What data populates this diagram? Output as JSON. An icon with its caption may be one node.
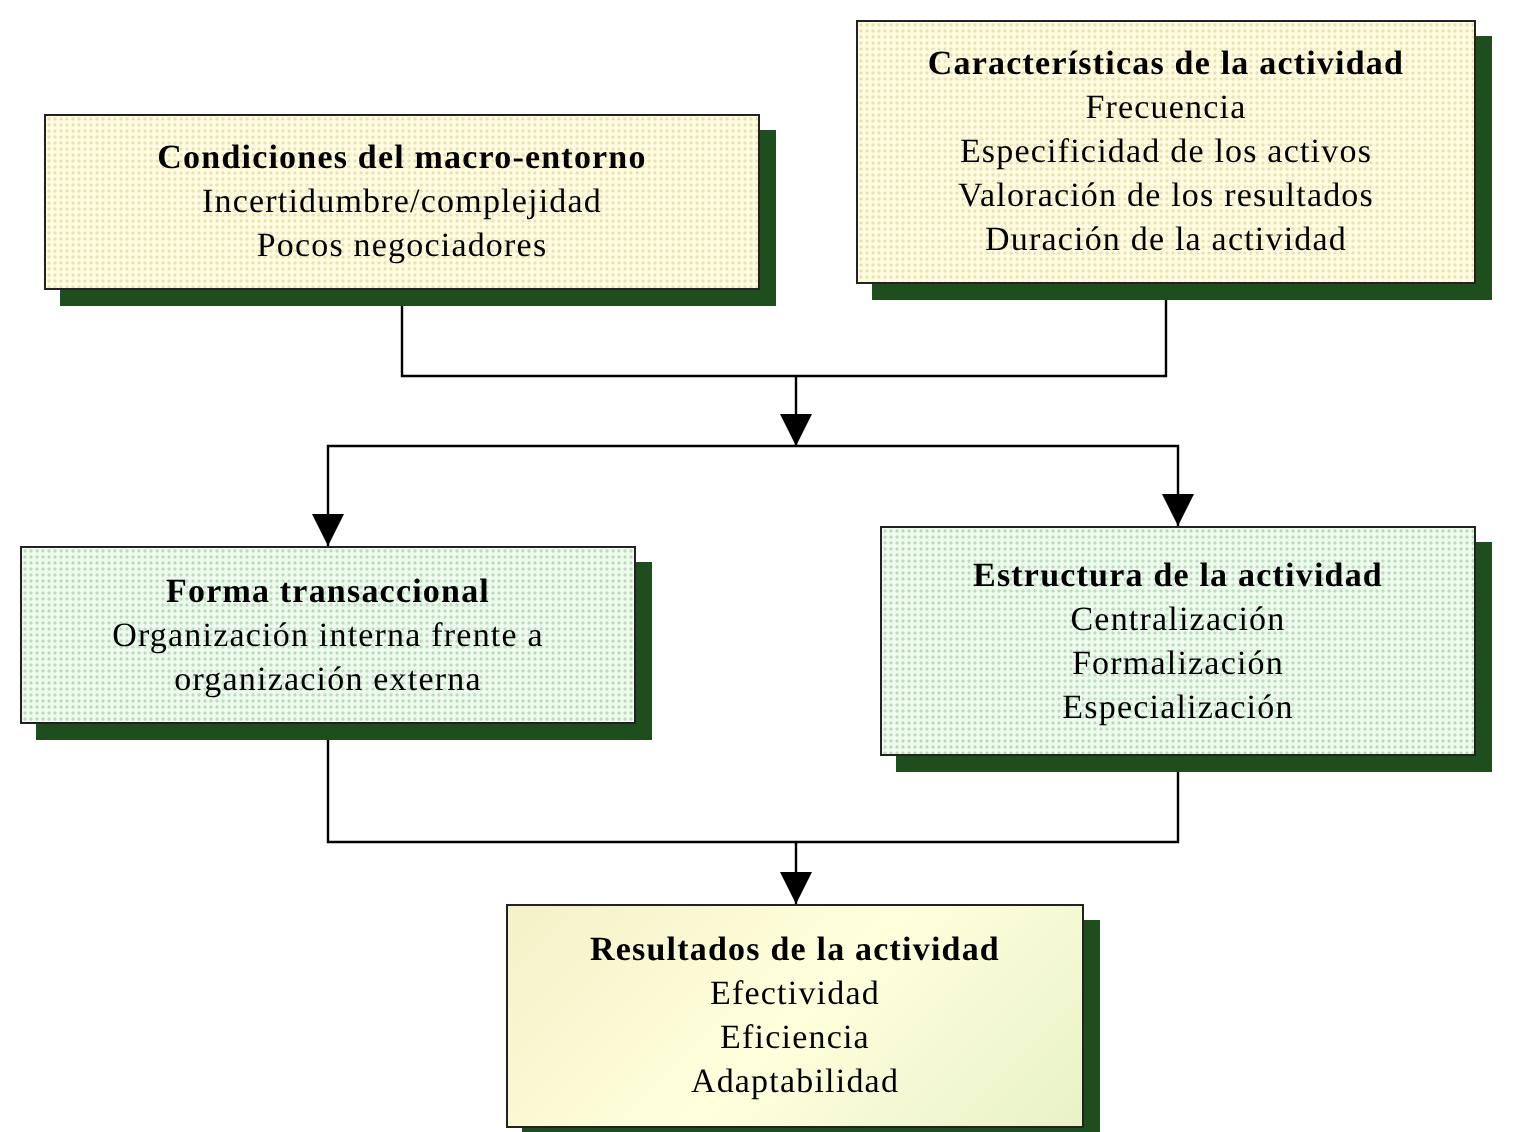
{
  "diagram": {
    "nodes": [
      {
        "text": [
          "Condiciones del macro-entorno",
          "Incertidumbre/complejidad",
          "Pocos negociadores"
        ]
      },
      {
        "text": [
          "Características de la actividad",
          "Frecuencia",
          "Especificidad de los activos",
          "Valoración de los resultados",
          "Duración de la actividad"
        ]
      },
      {
        "text": [
          "Forma transaccional",
          "Organización interna frente a organización externa"
        ]
      },
      {
        "text": [
          "Estructura de la actividad",
          "Centralización",
          "Formalización",
          "Especialización"
        ]
      },
      {
        "text": [
          "Resultados de la actividad",
          "Efectividad",
          "Eficiencia",
          "Adaptabilidad"
        ]
      }
    ],
    "edges": [
      {
        "from": 0,
        "to": 2,
        "arrow": "to"
      },
      {
        "from": 0,
        "to": 3,
        "arrow": "to"
      },
      {
        "from": 1,
        "to": 2,
        "arrow": "to"
      },
      {
        "from": 1,
        "to": 3,
        "arrow": "to"
      },
      {
        "from": 2,
        "to": 4,
        "arrow": "to"
      },
      {
        "from": 3,
        "to": 4,
        "arrow": "to"
      }
    ]
  }
}
